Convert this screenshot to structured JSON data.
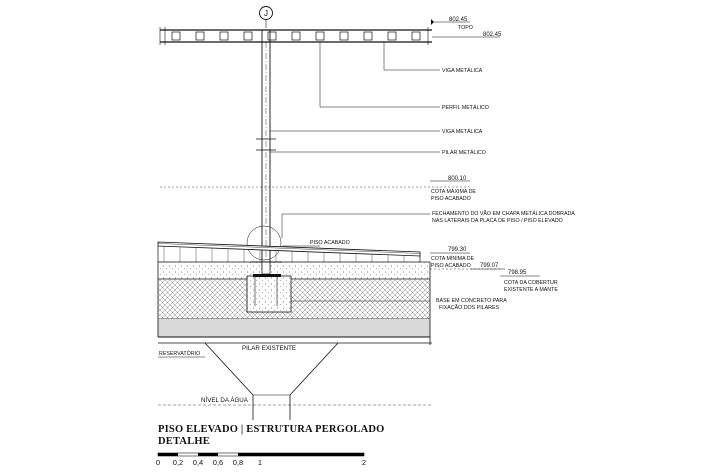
{
  "grid_marker": "J",
  "elevations": {
    "top_a": "802.45",
    "top_a_label": "TOPO",
    "top_b": "802.45",
    "max_floor": "800.10",
    "max_floor_label_1": "COTA MÁXIMA DE",
    "max_floor_label_2": "PISO ACABADO",
    "min_floor": "799.30",
    "min_floor_label_1": "COTA MÍNIMA DE",
    "min_floor_label_2": "PISO ACABADO",
    "mid": "799.07",
    "existing": "798.95",
    "existing_label_1": "COTA DA COBERTUR",
    "existing_label_2": "EXISTENTE A MANTE"
  },
  "labels": {
    "viga_top": "VIGA METÁLICA",
    "perfil": "PERFIL METÁLICO",
    "viga_mid": "VIGA METÁLICA",
    "pilar_metalico": "PILAR METÁLICO",
    "fechamento_1": "FECHAMENTO DO VÃO EM CHAPA METÁLICA DOBRADA",
    "fechamento_2": "NAS LATERAIS DA PLACA DE PISO / PISO ELEVADO",
    "piso_acabado": "PISO ACABADO",
    "base_1": "BASE EM CONCRETO PARA",
    "base_2": "FIXAÇÃO DOS PILARES",
    "pilar_existente": "PILAR EXISTENTE",
    "reservatorio": "RESERVATÓRIO",
    "nivel_agua": "NÍVEL DA ÁGUA"
  },
  "title": {
    "line1": "PISO ELEVADO | ESTRUTURA PERGOLADO",
    "line2": "DETALHE"
  },
  "scale": {
    "ticks": [
      "0",
      "0,2",
      "0,4",
      "0,6",
      "0,8",
      "1",
      "2"
    ]
  },
  "colors": {
    "ink": "#111111",
    "hatch": "#8a8a8a",
    "concrete_band": "#d9d9d9",
    "scale_fill": "#000000"
  }
}
